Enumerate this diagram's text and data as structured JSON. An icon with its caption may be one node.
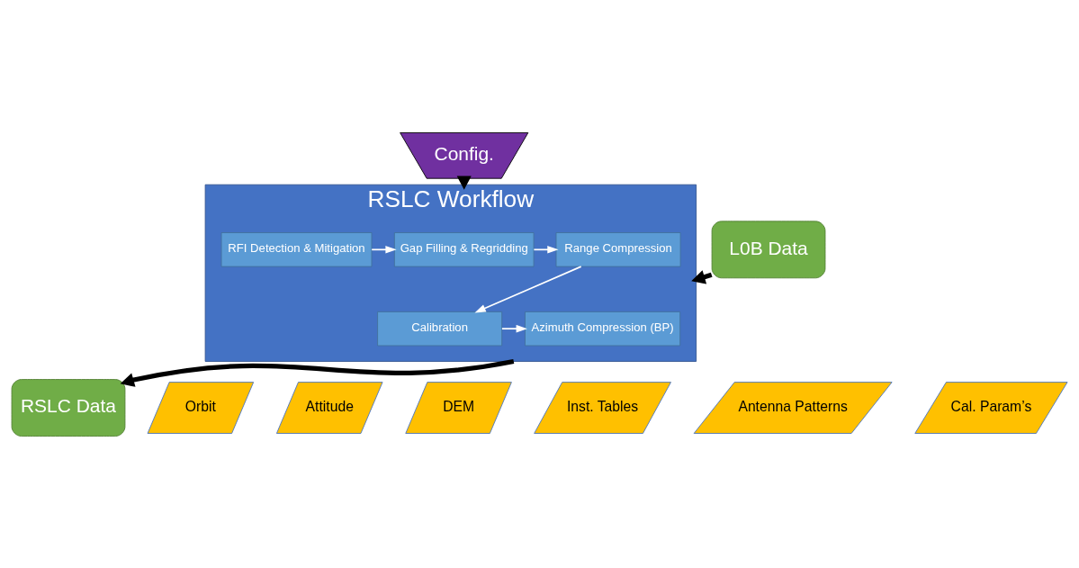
{
  "diagram": {
    "nodes": [
      {
        "text": [
          "Config."
        ]
      },
      {
        "text": [
          "RSLC Workflow"
        ]
      },
      {
        "text": [
          "RFI Detection & Mitigation"
        ],
        "in": 1
      },
      {
        "text": [
          "Gap Filling & Regridding"
        ],
        "in": 1
      },
      {
        "text": [
          "Range Compression"
        ],
        "in": 1
      },
      {
        "text": [
          "Calibration"
        ],
        "in": 1
      },
      {
        "text": [
          "Azimuth Compression (BP)"
        ],
        "in": 1
      },
      {
        "text": [
          "L0B Data"
        ]
      },
      {
        "text": [
          "RSLC Data"
        ]
      },
      {
        "text": [
          "Orbit"
        ]
      },
      {
        "text": [
          "Attitude"
        ]
      },
      {
        "text": [
          "DEM"
        ]
      },
      {
        "text": [
          "Inst. Tables"
        ]
      },
      {
        "text": [
          "Antenna Patterns"
        ]
      },
      {
        "text": [
          "Cal. Param’s"
        ]
      }
    ],
    "edges": [
      {
        "from": 0,
        "to": 1,
        "arrow": "to",
        "style": "thick",
        "color": "#000000"
      },
      {
        "from": 7,
        "to": 1,
        "arrow": "to",
        "style": "thick",
        "color": "#000000"
      },
      {
        "from": 1,
        "to": 8,
        "arrow": "to",
        "style": "thick",
        "color": "#000000"
      },
      {
        "from": 2,
        "to": 3,
        "arrow": "to"
      },
      {
        "from": 3,
        "to": 4,
        "arrow": "to"
      },
      {
        "from": 4,
        "to": 5,
        "arrow": "to"
      },
      {
        "from": 5,
        "to": 6,
        "arrow": "to"
      }
    ]
  }
}
